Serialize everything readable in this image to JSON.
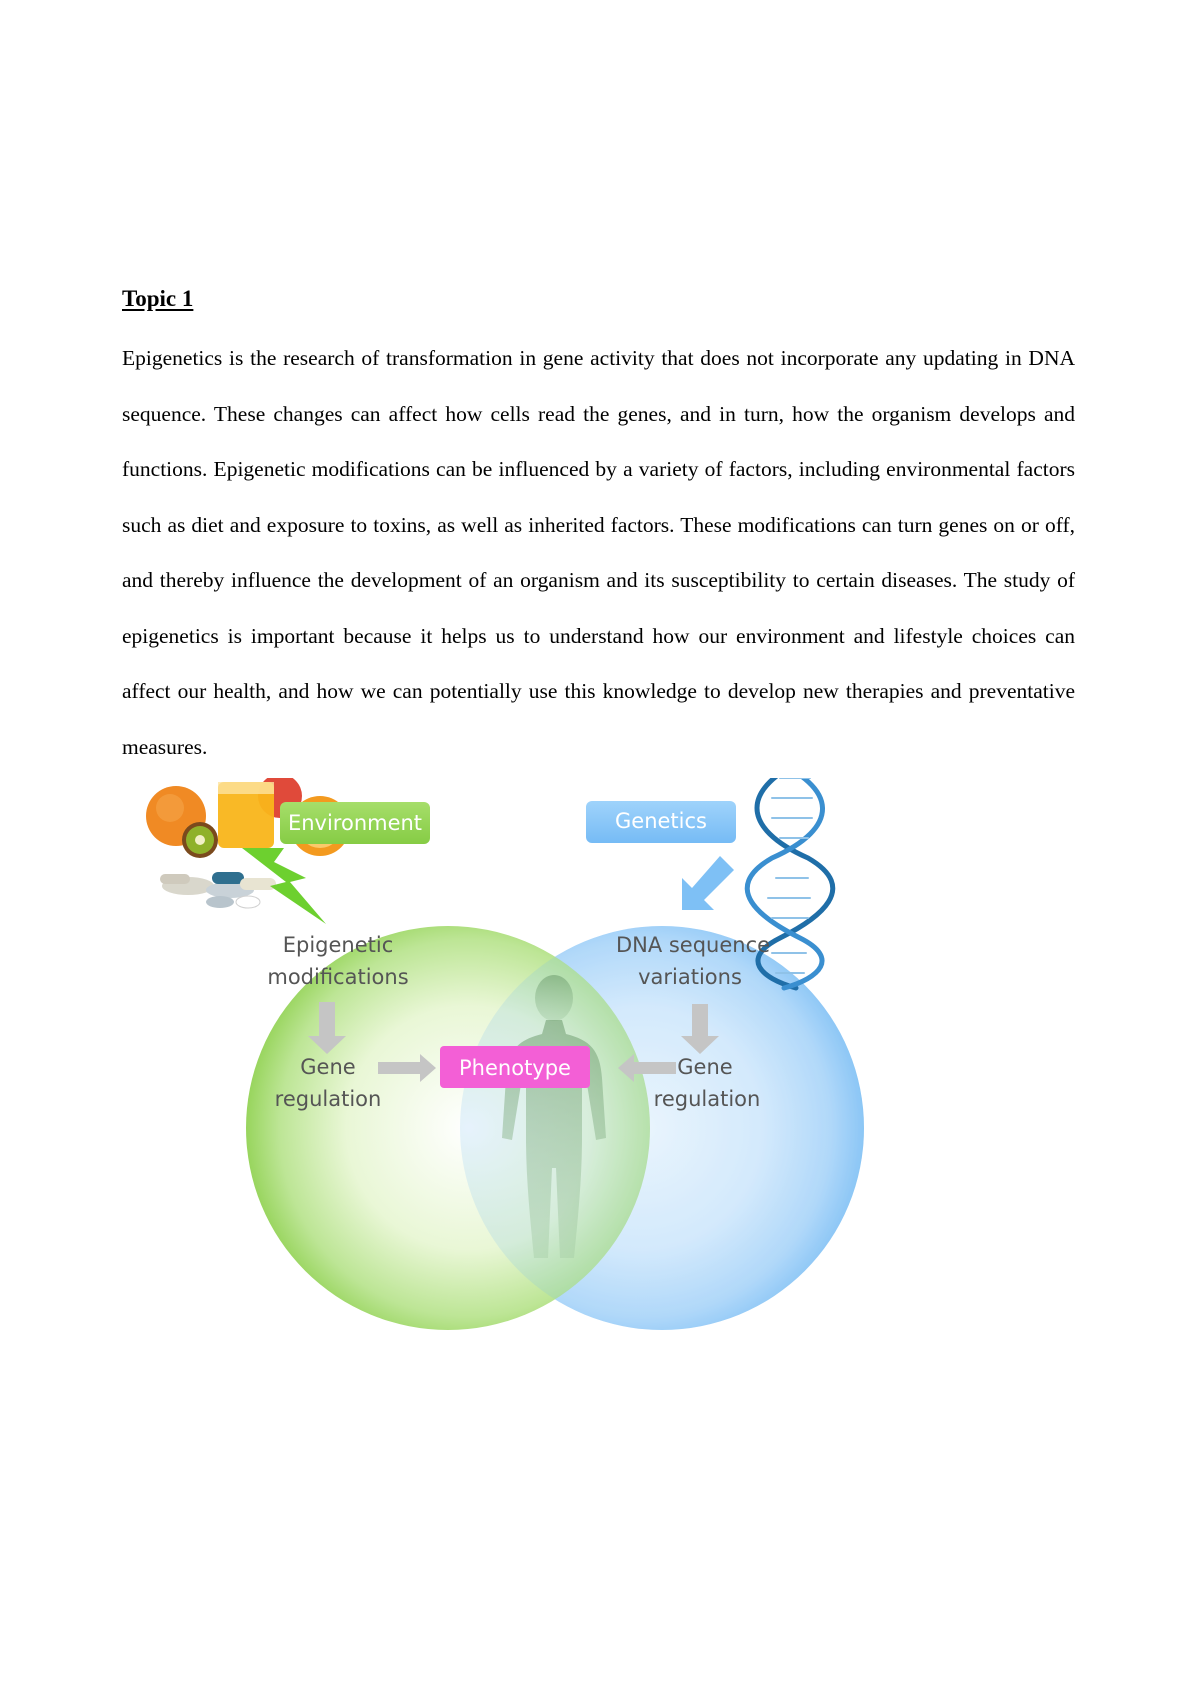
{
  "document": {
    "topic_heading": "Topic 1",
    "paragraph": "Epigenetics is the research of transformation in gene activity that does not incorporate any updating in DNA sequence. These changes can affect how cells read the genes, and in turn, how the organism develops and functions. Epigenetic modifications can be influenced by a variety of factors, including environmental factors such as diet and exposure to toxins, as well as inherited factors. These modifications can turn genes on or off, and thereby influence the development of an organism and its susceptibility to certain diseases. The study of epigenetics is important because it helps us to understand how our environment and lifestyle choices can affect our health, and how we can potentially use this knowledge to develop new therapies and preventative measures."
  },
  "figure": {
    "environment_label": "Environment",
    "genetics_label": "Genetics",
    "left_circle": {
      "line1": "Epigenetic",
      "line2": "modifications",
      "result_line1": "Gene",
      "result_line2": "regulation"
    },
    "right_circle": {
      "line1": "DNA sequence",
      "line2": "variations",
      "result_line1": "Gene",
      "result_line2": "regulation"
    },
    "center_label": "Phenotype",
    "colors": {
      "environment": "#8fd14f",
      "genetics": "#6fb7f5",
      "phenotype": "#f35fd6",
      "arrow_gray": "#c5c5c5"
    },
    "icons": [
      "fruit-and-juice-icon",
      "pills-icon",
      "dna-helix-icon",
      "human-silhouette-icon",
      "lightning-arrow-icon"
    ]
  }
}
